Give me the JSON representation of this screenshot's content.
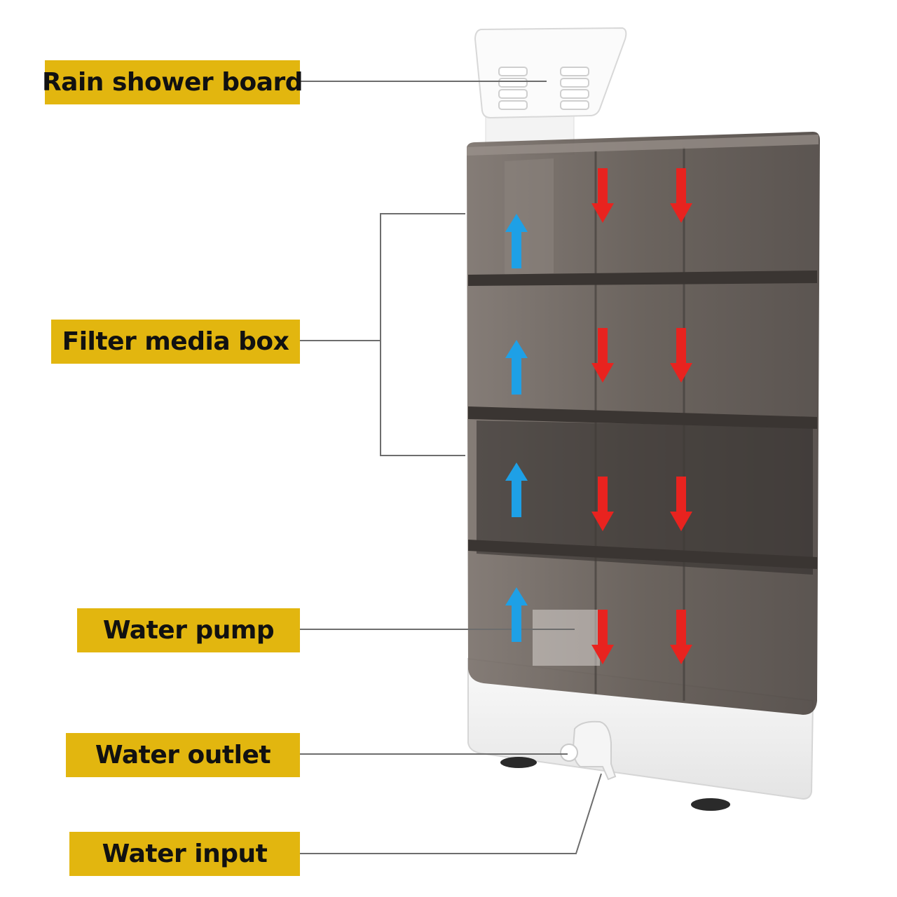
{
  "labels": {
    "rain_shower_board": "Rain shower board",
    "filter_media_box": "Filter media box",
    "water_pump": "Water pump",
    "water_outlet": "Water outlet",
    "water_input": "Water input"
  },
  "colors": {
    "label_bg": "#e2b60f",
    "label_text": "#111111",
    "up_arrow": "#1ea0e6",
    "down_arrow": "#e8231f",
    "tank": "#5a524c",
    "base": "#f1f1f1"
  },
  "flow": {
    "up_arrow_icon": "arrow-up-icon",
    "down_arrow_icon": "arrow-down-icon"
  }
}
